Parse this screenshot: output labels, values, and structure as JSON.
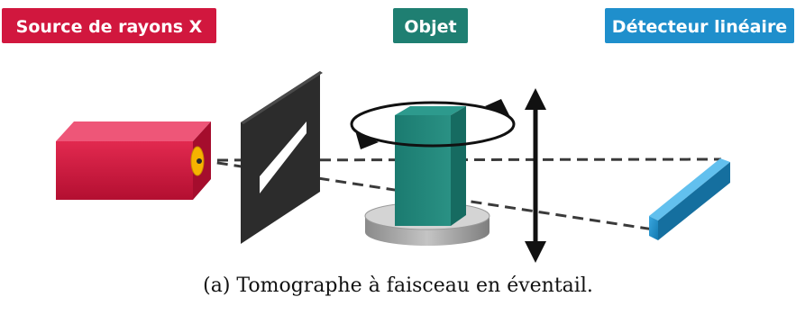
{
  "labels": {
    "source": "Source de rayons X",
    "object": "Objet",
    "detector": "Détecteur linéaire"
  },
  "caption": "(a) Tomographe à faisceau en éventail.",
  "colors": {
    "source_label_bg": "#d1173e",
    "object_label_bg": "#1f7f72",
    "detector_label_bg": "#1f8fcc",
    "xray_source_body": "#d81d45",
    "slit_plate": "#2f2f2f",
    "object_body": "#1f857a",
    "turntable": "#9a9a9a",
    "detector_body": "#1e8fcb"
  },
  "icons": {
    "rotation": "circular-arrow-icon",
    "translation": "vertical-double-arrow-icon"
  }
}
